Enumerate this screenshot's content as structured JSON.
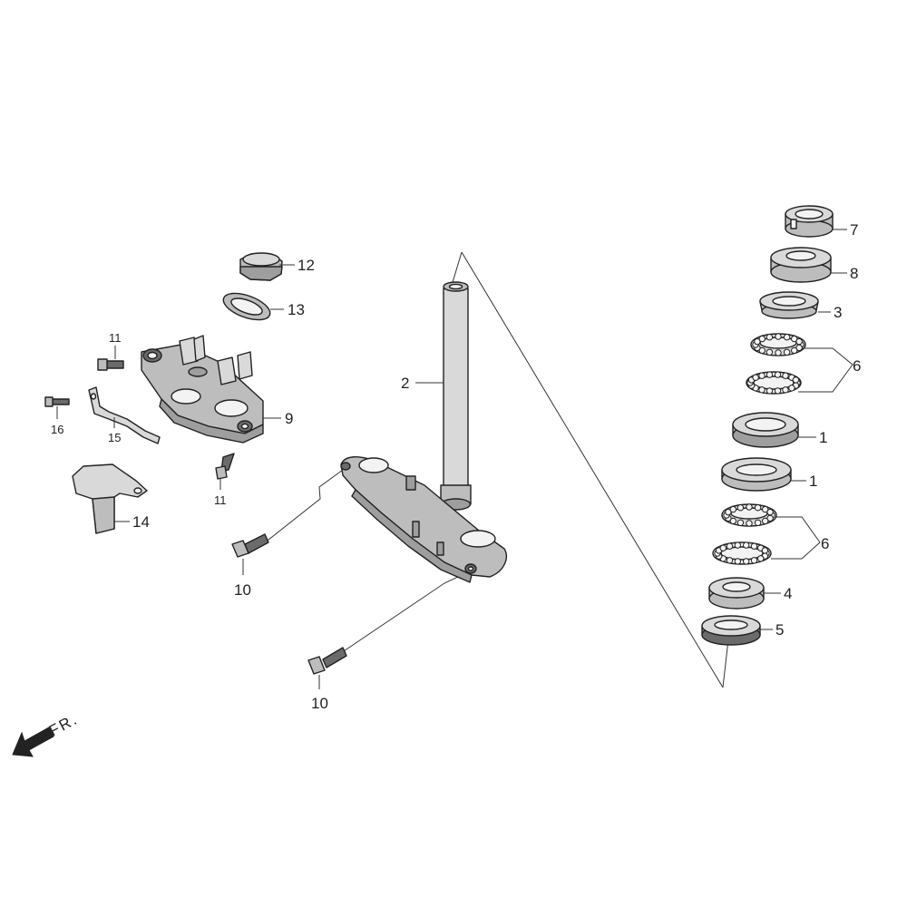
{
  "callouts": {
    "c1a": "1",
    "c1b": "1",
    "c2": "2",
    "c3": "3",
    "c4": "4",
    "c5": "5",
    "c6a": "6",
    "c6b": "6",
    "c7": "7",
    "c8": "8",
    "c9": "9",
    "c10a": "10",
    "c10b": "10",
    "c11a": "11",
    "c11b": "11",
    "c12": "12",
    "c13": "13",
    "c14": "14",
    "c15": "15",
    "c16": "16"
  },
  "front_indicator": {
    "label": "FR.",
    "icon": "front-direction-arrow-icon"
  },
  "colors": {
    "line": "#333333",
    "part_light": "#d9d9d9",
    "part_mid": "#bdbdbd",
    "part_dark": "#6b6b6b"
  }
}
